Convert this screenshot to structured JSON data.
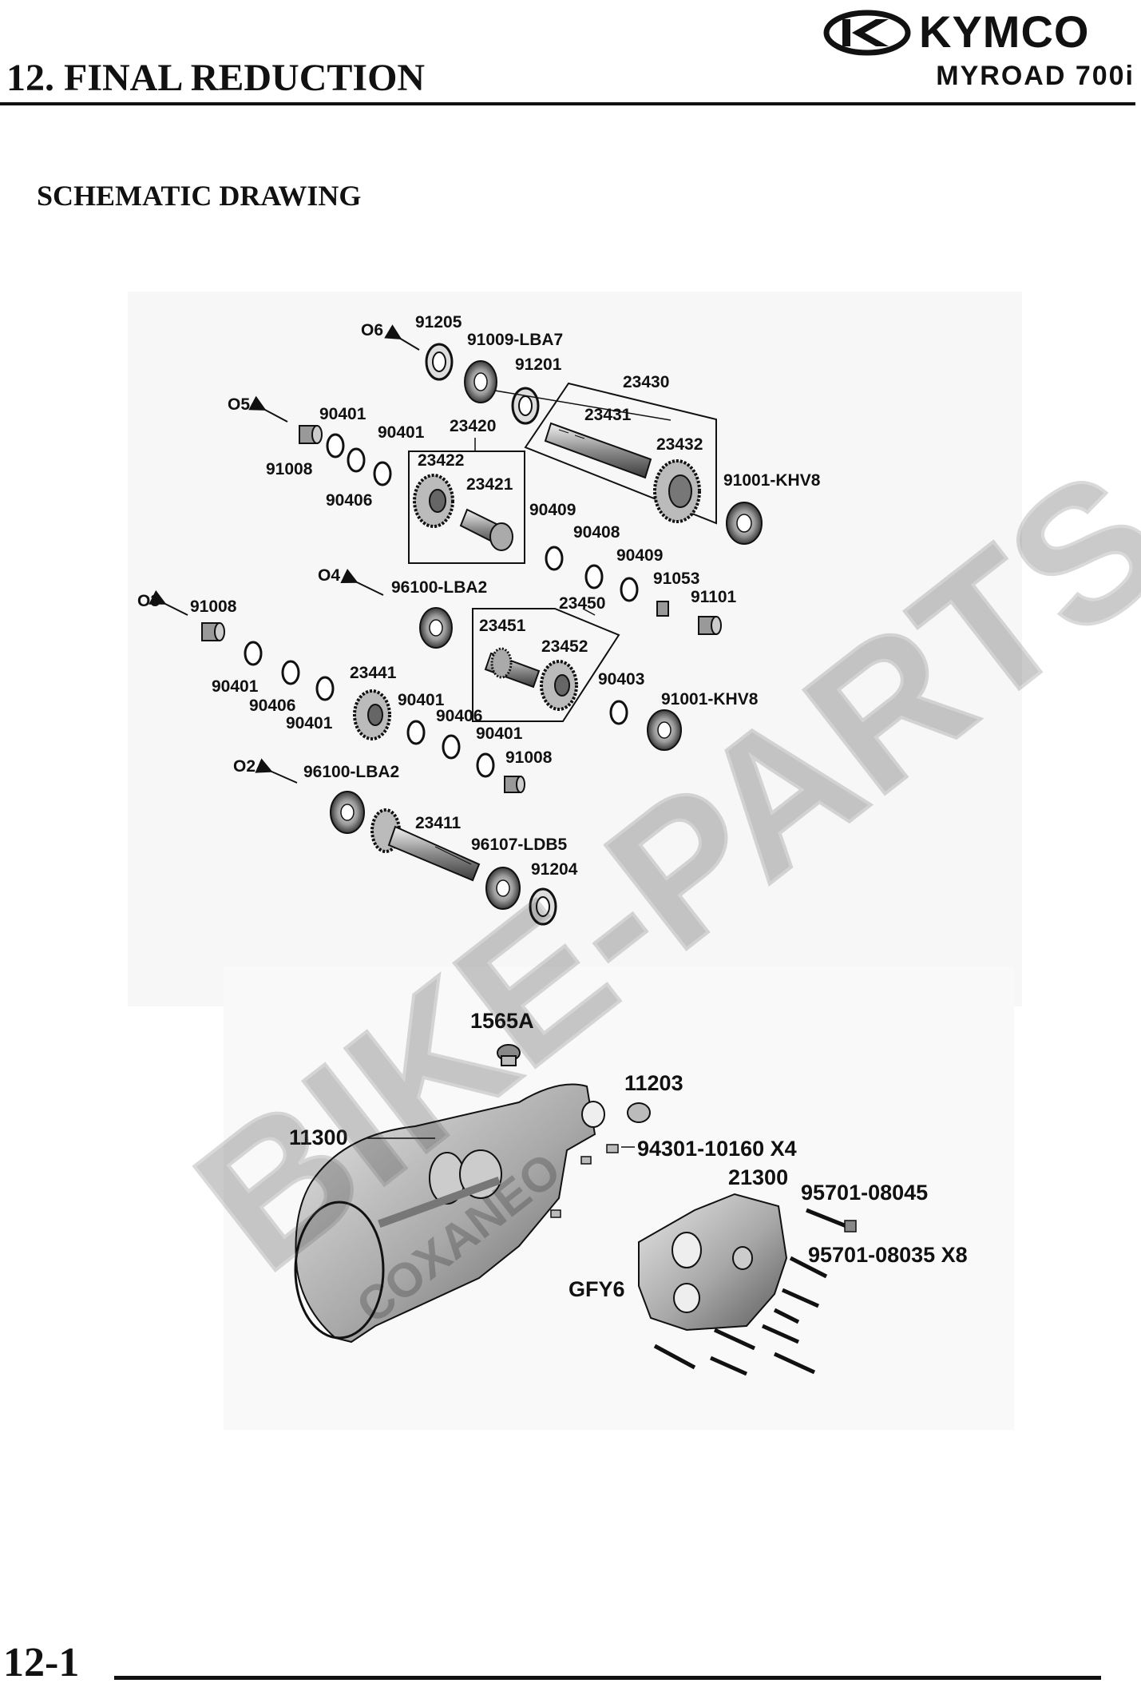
{
  "header": {
    "brand_name": "KYMCO",
    "model": "MYROAD 700i",
    "chapter_title": "12. FINAL REDUCTION"
  },
  "section": {
    "heading": "SCHEMATIC DRAWING"
  },
  "watermark": {
    "text": "BIKE-PARTS",
    "subtext": "COXANEO"
  },
  "footer": {
    "page_number": "12-1"
  },
  "callouts": {
    "o6": "O6",
    "p91205": "91205",
    "p91009_lba7": "91009-LBA7",
    "p91201": "91201",
    "p23430": "23430",
    "p23431": "23431",
    "p23432": "23432",
    "p91001_khv8_a": "91001-KHV8",
    "o5": "O5",
    "p90401_a": "90401",
    "p90401_b": "90401",
    "p91008_a": "91008",
    "p90406_a": "90406",
    "p23420": "23420",
    "p23422": "23422",
    "p23421": "23421",
    "p90409_a": "90409",
    "p90408": "90408",
    "p90409_b": "90409",
    "p91053": "91053",
    "p91101": "91101",
    "o4": "O4",
    "p96100_lba2_a": "96100-LBA2",
    "p23450": "23450",
    "p23451": "23451",
    "p23452": "23452",
    "o3": "O3",
    "p91008_b": "91008",
    "p90401_c": "90401",
    "p90406_b": "90406",
    "p90401_d": "90401",
    "p23441": "23441",
    "p90401_e": "90401",
    "p90406_c": "90406",
    "p90403": "90403",
    "p91001_khv8_b": "91001-KHV8",
    "p90401_f": "90401",
    "p91008_c": "91008",
    "o2": "O2",
    "p96100_lba2_b": "96100-LBA2",
    "p23411": "23411",
    "p96107_ldb5": "96107-LDB5",
    "p91204": "91204",
    "p1565a": "1565A",
    "p11203": "11203",
    "p11300": "11300",
    "p94301": "94301-10160 X4",
    "p21300": "21300",
    "p95701_08045": "95701-08045",
    "p95701_08035": "95701-08035 X8",
    "gfy6": "GFY6"
  }
}
